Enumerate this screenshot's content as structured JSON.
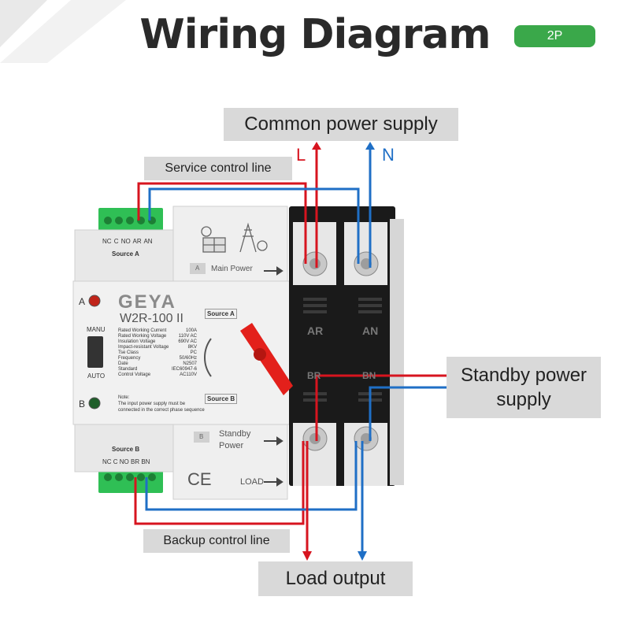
{
  "title": "Wiring Diagram",
  "badge": "2P",
  "labels": {
    "common_power": "Common power supply",
    "service_control": "Service control line",
    "standby_line1": "Standby power",
    "standby_line2": "supply",
    "backup_control": "Backup control line",
    "load_output": "Load output",
    "L": "L",
    "N": "N"
  },
  "device": {
    "brand": "GEYA",
    "model": "W2R-100 II",
    "terminal_top": "NC C NO AR AN",
    "terminal_bottom": "NC C NO BR BN",
    "source_a": "Source A",
    "source_b": "Source B",
    "tag_a": "A",
    "tag_b": "B",
    "main_power": "Main Power",
    "standby_power_1": "Standby",
    "standby_power_2": "Power",
    "load": "LOAD",
    "led_a": "A",
    "led_b": "B",
    "manu": "MANU",
    "auto": "AUTO",
    "switch_source_a": "Source A",
    "switch_source_b": "Source B",
    "ce": "CE",
    "pole_ar": "AR",
    "pole_an": "AN",
    "pole_br": "BR",
    "pole_bn": "BN",
    "specs": [
      [
        "Rated Working Current",
        "100A"
      ],
      [
        "Rated Working Voltage",
        "110V AC"
      ],
      [
        "Insulation Voltage",
        "690V AC"
      ],
      [
        "Impact-resistant Voltage",
        "8KV"
      ],
      [
        "Tse Class",
        "PC"
      ],
      [
        "Frequency",
        "50/60Hz"
      ],
      [
        "Date",
        "N2507"
      ],
      [
        "Standard",
        "IEC60947-6"
      ],
      [
        "Control Voltage",
        "AC110V"
      ]
    ],
    "note_1": "Note:",
    "note_2": "The input power supply must be",
    "note_3": "connected in the correct phase sequence"
  },
  "colors": {
    "live": "#d7141f",
    "neutral": "#1f6fc6",
    "badge": "#3aa84a",
    "label_bg": "#d9d9d9",
    "terminal_green": "#2fbf55",
    "handle_red": "#e3201b"
  }
}
